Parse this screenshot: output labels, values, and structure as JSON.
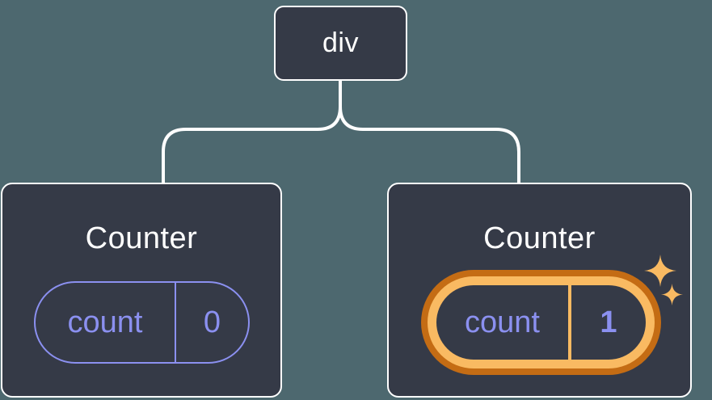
{
  "diagram": {
    "root": {
      "label": "div"
    },
    "children": [
      {
        "title": "Counter",
        "state": {
          "name": "count",
          "value": "0"
        },
        "highlighted": false
      },
      {
        "title": "Counter",
        "state": {
          "name": "count",
          "value": "1"
        },
        "highlighted": true
      }
    ]
  },
  "colors": {
    "background": "#4d686f",
    "node_background": "#353a47",
    "node_border": "#ffffff",
    "state_accent": "#8b90f0",
    "highlight_outer": "#c46c14",
    "highlight_inner": "#f9ba62",
    "sparkle": "#f9ba62"
  }
}
